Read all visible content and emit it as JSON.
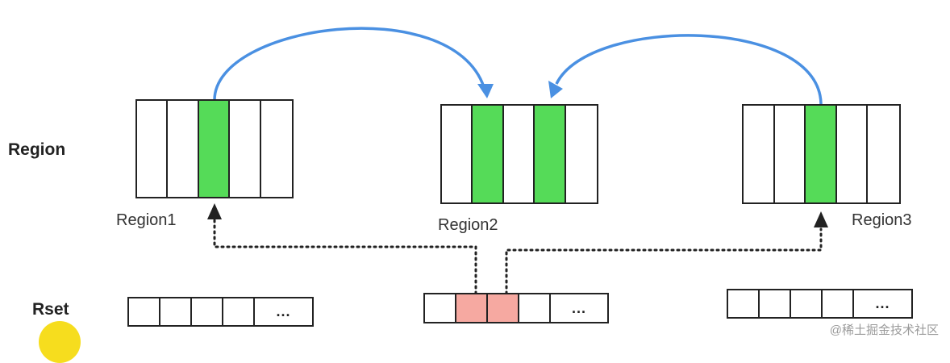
{
  "labels": {
    "region_row": "Region",
    "rset_row": "Rset"
  },
  "regions": [
    {
      "name": "Region1",
      "cells": 5,
      "highlighted": [
        2
      ]
    },
    {
      "name": "Region2",
      "cells": 5,
      "highlighted": [
        1,
        3
      ]
    },
    {
      "name": "Region3",
      "cells": 5,
      "highlighted": [
        2
      ]
    }
  ],
  "rsets": [
    {
      "cells": 4,
      "highlighted": [],
      "ellipsis": "..."
    },
    {
      "cells": 4,
      "highlighted": [
        1,
        2
      ],
      "ellipsis": "..."
    },
    {
      "cells": 4,
      "highlighted": [],
      "ellipsis": "..."
    }
  ],
  "colors": {
    "card_highlight": "#55db58",
    "rset_highlight": "#f6a9a1",
    "reference_arrow": "#4a90e2",
    "rset_pointer": "#222222"
  },
  "watermark": "@稀土掘金技术社区"
}
